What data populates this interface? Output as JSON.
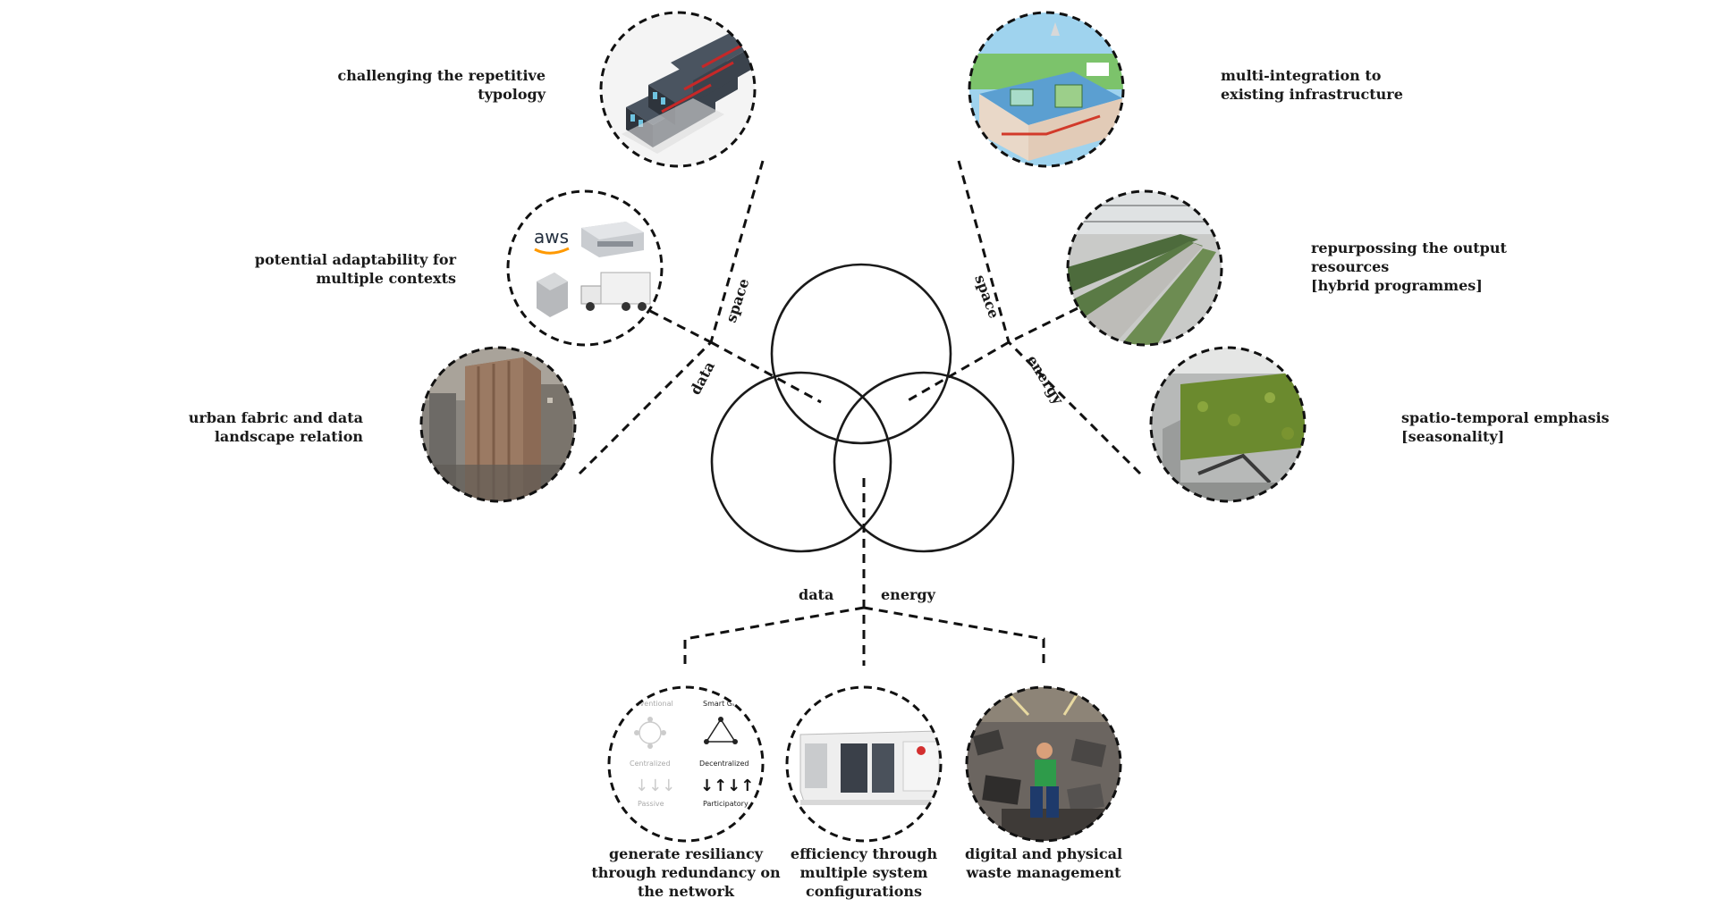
{
  "venn": {
    "connector_labels": {
      "space_left": "space",
      "data_left": "data",
      "space_right": "space",
      "energy_right": "energy",
      "data_bottom": "data",
      "energy_bottom": "energy"
    }
  },
  "nodes": [
    {
      "id": "repetitive-typology",
      "label": "challenging the repetitive\ntypology"
    },
    {
      "id": "adaptability",
      "label": "potential adaptability for\nmultiple contexts"
    },
    {
      "id": "urban-fabric",
      "label": "urban fabric and data\nlandscape relation"
    },
    {
      "id": "multi-integration",
      "label": "multi-integration to\nexisting infrastructure"
    },
    {
      "id": "repurposing",
      "label": "repurpossing the output\nresources\n[hybrid programmes]"
    },
    {
      "id": "spatio-temporal",
      "label": "spatio-temporal emphasis\n[seasonality]"
    },
    {
      "id": "resiliency",
      "label": "generate resiliancy\nthrough redundancy on\nthe network"
    },
    {
      "id": "efficiency",
      "label": "efficiency through\nmultiple system\nconfigurations"
    },
    {
      "id": "waste",
      "label": "digital and physical\nwaste management"
    }
  ],
  "image_text": {
    "aws_logo": "aws",
    "grid_conventional": "Conventional",
    "grid_smart": "Smart Grid",
    "grid_centralized": "Centralized",
    "grid_decentralized": "Decentralized",
    "grid_passive": "Passive",
    "grid_participatory": "Participatory"
  }
}
